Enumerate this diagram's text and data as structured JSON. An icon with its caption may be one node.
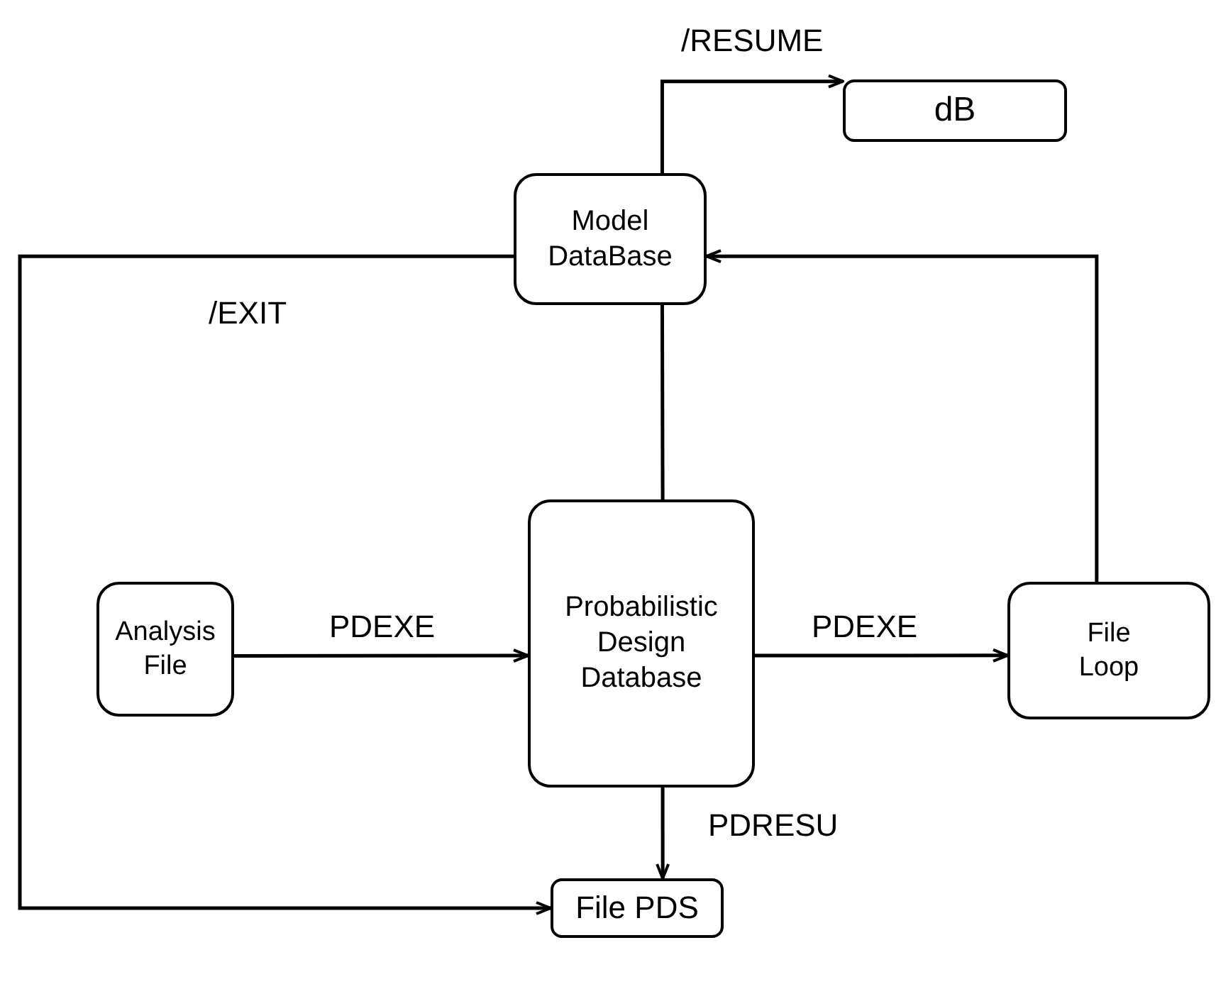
{
  "diagram": {
    "nodes": [
      {
        "text": [
          "dB"
        ]
      },
      {
        "text": [
          "Model DataBase"
        ]
      },
      {
        "text": [
          "Analysis File"
        ]
      },
      {
        "text": [
          "Probabilistic Design Database"
        ]
      },
      {
        "text": [
          "File Loop"
        ]
      },
      {
        "text": [
          "File PDS"
        ]
      }
    ],
    "edges": [
      {
        "from": 1,
        "to": 0,
        "arrow": "to",
        "label": "/RESUME"
      },
      {
        "from": 1,
        "to": 5,
        "arrow": "to",
        "label": "/EXIT"
      },
      {
        "from": 3,
        "to": 1,
        "arrow": "none"
      },
      {
        "from": 2,
        "to": 3,
        "arrow": "to",
        "label": "PDEXE"
      },
      {
        "from": 3,
        "to": 4,
        "arrow": "to",
        "label": "PDEXE"
      },
      {
        "from": 4,
        "to": 1,
        "arrow": "to"
      },
      {
        "from": 3,
        "to": 5,
        "arrow": "to",
        "label": "PDRESU"
      }
    ]
  }
}
